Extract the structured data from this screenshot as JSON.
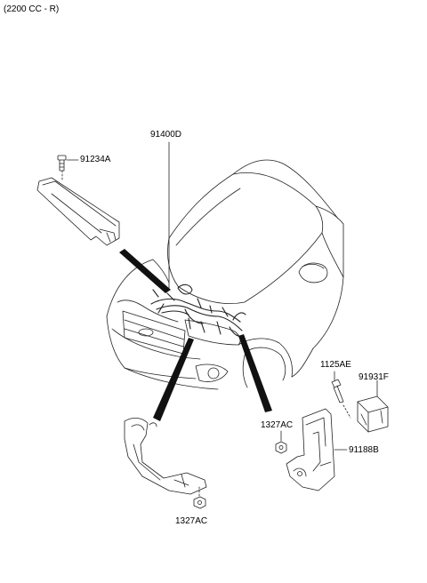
{
  "header": {
    "variant": "(2200 CC - R)"
  },
  "parts": {
    "harness": "91400D",
    "bolt_top": "91234A",
    "bolt_right": "1125AE",
    "relay_box": "91931F",
    "nut_mid": "1327AC",
    "bracket": "91188B",
    "nut_bottom": "1327AC"
  }
}
